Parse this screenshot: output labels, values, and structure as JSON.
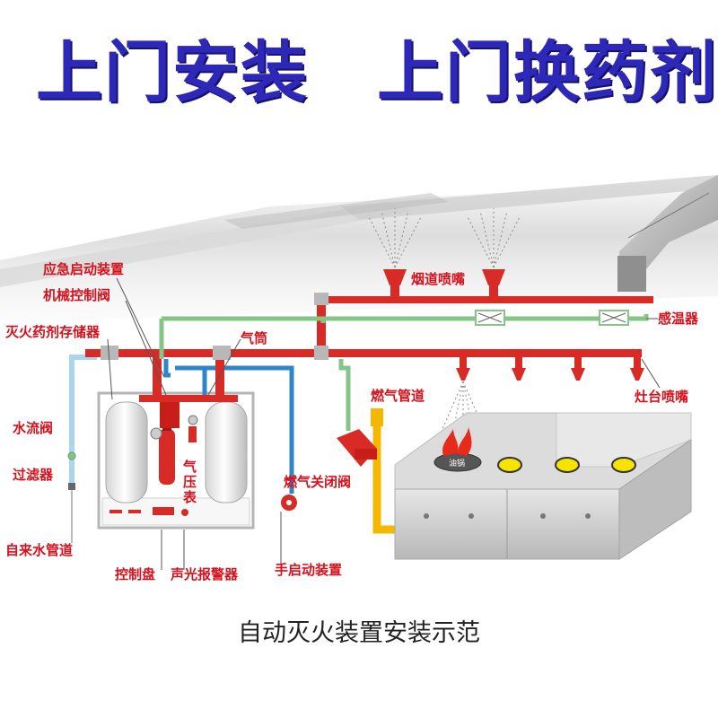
{
  "headline": {
    "left": "上门安装",
    "right": "上门换药剂"
  },
  "labels": {
    "emergency_start": "应急启动装置",
    "mech_valve": "机械控制阀",
    "agent_storage": "灭火药剂存储器",
    "gas_cylinder": "气筒",
    "pressure_gauge": "气压表",
    "flow_valve": "水流阀",
    "filter": "过滤器",
    "tap_pipe": "自来水管道",
    "control_panel": "控制盘",
    "alarm": "声光报警器",
    "manual_start": "手启动装置",
    "gas_shutoff": "燃气关闭阀",
    "gas_pipe": "燃气管道",
    "flue_nozzle": "烟道喷嘴",
    "temp_sensor": "感温器",
    "stove_nozzle": "灶台喷嘴",
    "wok": "油锅"
  },
  "caption": "自动灭火装置安装示范",
  "colors": {
    "headline": "#2d28b8",
    "label": "#d6111c",
    "pipe_red": "#d92b26",
    "pipe_green": "#86c488",
    "pipe_blue": "#2c86c9",
    "pipe_lightblue": "#a9d6ee",
    "pipe_yellow": "#f5b800",
    "stove": "#cfcfcf"
  }
}
